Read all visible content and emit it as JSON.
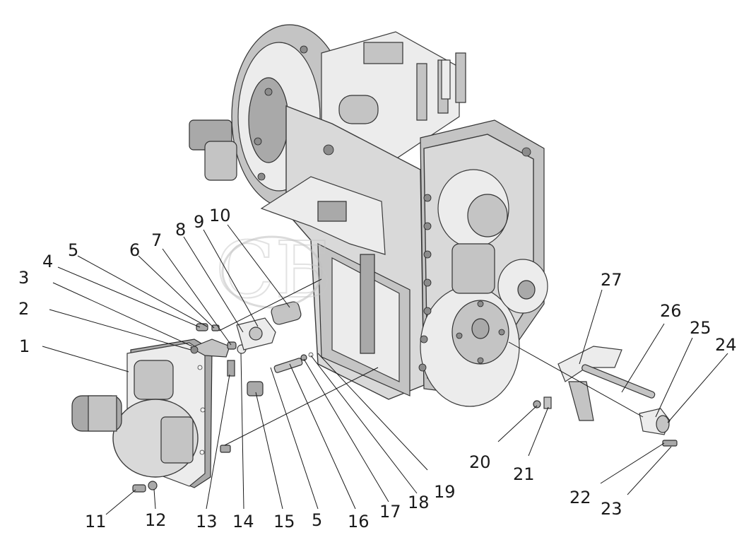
{
  "diagram": {
    "watermark": "СБ",
    "callouts": [
      {
        "id": "1",
        "label": "1"
      },
      {
        "id": "2",
        "label": "2"
      },
      {
        "id": "3",
        "label": "3"
      },
      {
        "id": "4",
        "label": "4"
      },
      {
        "id": "5",
        "label": "5"
      },
      {
        "id": "6",
        "label": "6"
      },
      {
        "id": "7",
        "label": "7"
      },
      {
        "id": "8",
        "label": "8"
      },
      {
        "id": "9",
        "label": "9"
      },
      {
        "id": "10",
        "label": "10"
      },
      {
        "id": "11",
        "label": "11"
      },
      {
        "id": "12",
        "label": "12"
      },
      {
        "id": "13",
        "label": "13"
      },
      {
        "id": "14",
        "label": "14"
      },
      {
        "id": "15",
        "label": "15"
      },
      {
        "id": "5b",
        "label": "5"
      },
      {
        "id": "16",
        "label": "16"
      },
      {
        "id": "17",
        "label": "17"
      },
      {
        "id": "18",
        "label": "18"
      },
      {
        "id": "19",
        "label": "19"
      },
      {
        "id": "20",
        "label": "20"
      },
      {
        "id": "21",
        "label": "21"
      },
      {
        "id": "22",
        "label": "22"
      },
      {
        "id": "23",
        "label": "23"
      },
      {
        "id": "24",
        "label": "24"
      },
      {
        "id": "25",
        "label": "25"
      },
      {
        "id": "26",
        "label": "26"
      },
      {
        "id": "27",
        "label": "27"
      }
    ]
  }
}
